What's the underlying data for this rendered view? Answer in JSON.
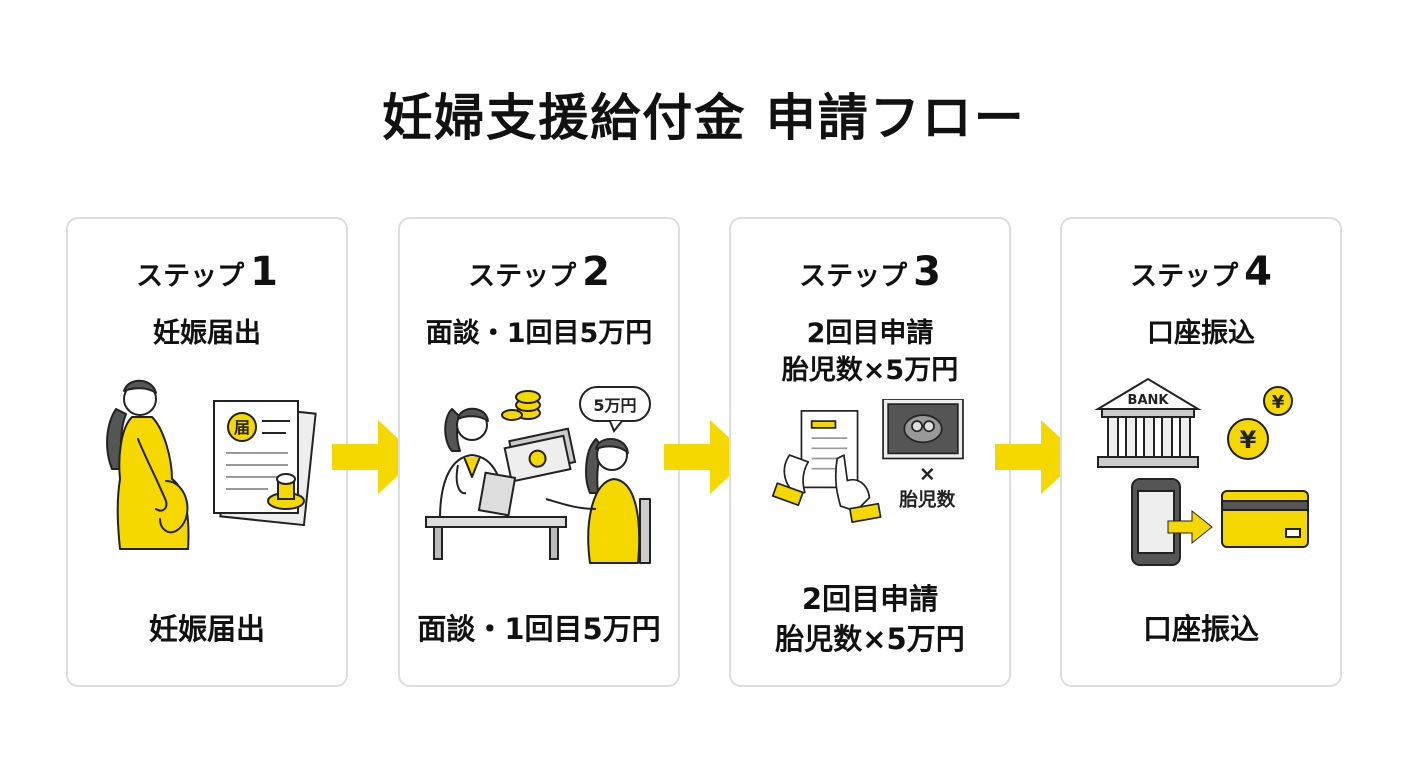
{
  "title": "妊婦支援給付金 申請フロー",
  "colors": {
    "accent": "#F5D800",
    "line": "#222222",
    "card_border": "#dddddd"
  },
  "steps": [
    {
      "label": "ステップ",
      "number": "1",
      "subtitle": "妊娠届出",
      "caption": "妊娠届出",
      "icons": [
        "pregnant-woman-icon",
        "document-icon",
        "stamp-icon"
      ],
      "doc_stamp": "届"
    },
    {
      "label": "ステップ",
      "number": "2",
      "subtitle": "面談・1回目5万円",
      "caption": "面談・1回目5万円",
      "icons": [
        "doctor-icon",
        "woman-icon",
        "money-icon",
        "coins-icon"
      ],
      "bubble": "5万円"
    },
    {
      "label": "ステップ",
      "number": "3",
      "subtitle": "2回目申請\n胎児数×5万円",
      "caption": "2回目申請\n胎児数×5万円",
      "icons": [
        "form-icon",
        "ultrasound-icon"
      ],
      "multiplier": "×",
      "multiplier_label": "胎児数"
    },
    {
      "label": "ステップ",
      "number": "4",
      "subtitle": "口座振込",
      "caption": "口座振込",
      "icons": [
        "bank-icon",
        "yen-coin-icon",
        "smartphone-icon",
        "credit-card-icon"
      ],
      "bank_label": "BANK",
      "yen": "¥"
    }
  ]
}
